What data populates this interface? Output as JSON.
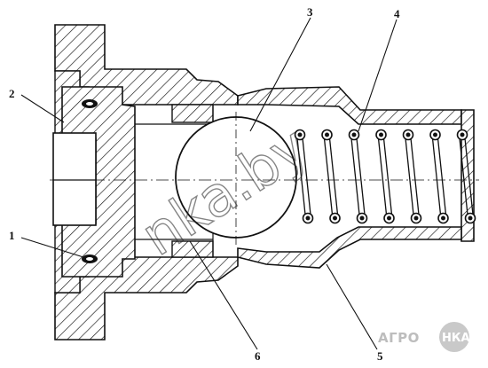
{
  "callouts": [
    {
      "id": "1",
      "label": "1"
    },
    {
      "id": "2",
      "label": "2"
    },
    {
      "id": "3",
      "label": "3"
    },
    {
      "id": "4",
      "label": "4"
    },
    {
      "id": "5",
      "label": "5"
    },
    {
      "id": "6",
      "label": "6"
    }
  ],
  "watermark": {
    "text": "nka.by"
  },
  "logo": {
    "prefix": "АГРО",
    "badge": "НКА"
  },
  "colors": {
    "ink": "#111111",
    "watermark": "#222222",
    "logo": "#bdbdbd"
  }
}
